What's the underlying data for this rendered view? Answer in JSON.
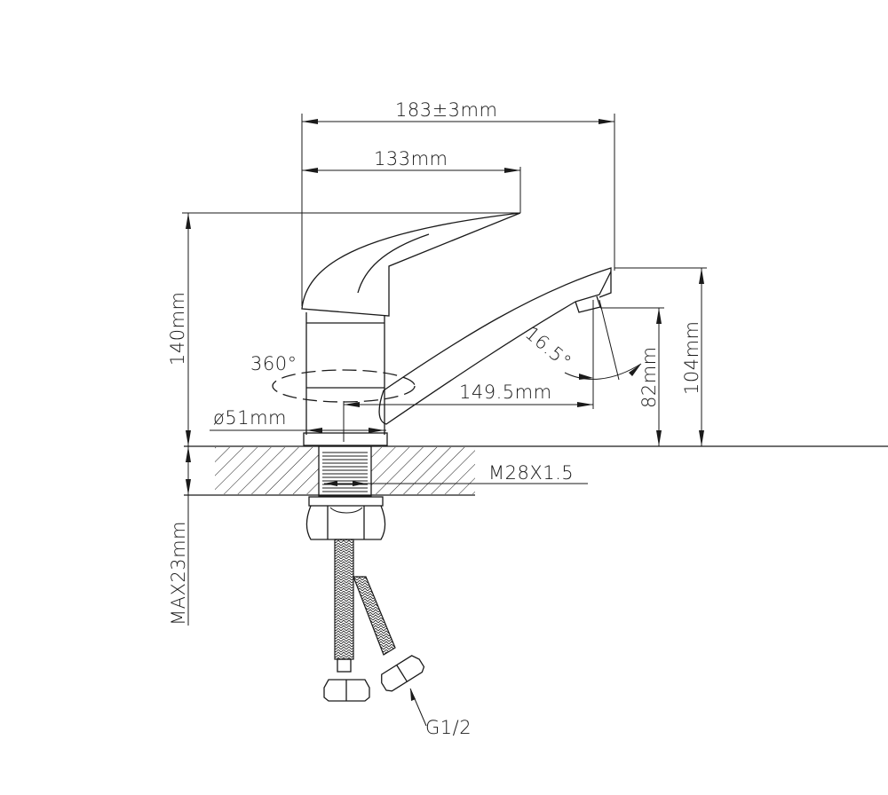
{
  "drawing": {
    "title": "Single-lever kitchen faucet technical dimension drawing",
    "background": "#ffffff",
    "line_color": "#1a1a1a"
  },
  "dimensions": {
    "overall_width": "183±3mm",
    "handle_length": "133mm",
    "total_height": "140mm",
    "rotation": "360°",
    "base_diameter": "ø51mm",
    "spout_reach": "149.5mm",
    "spout_angle": "16.5°",
    "spout_outlet_height": "82mm",
    "spout_top_height": "104mm",
    "mounting_thread": "M28X1.5",
    "max_countertop": "MAX23mm",
    "hose_connector": "G1/2"
  }
}
